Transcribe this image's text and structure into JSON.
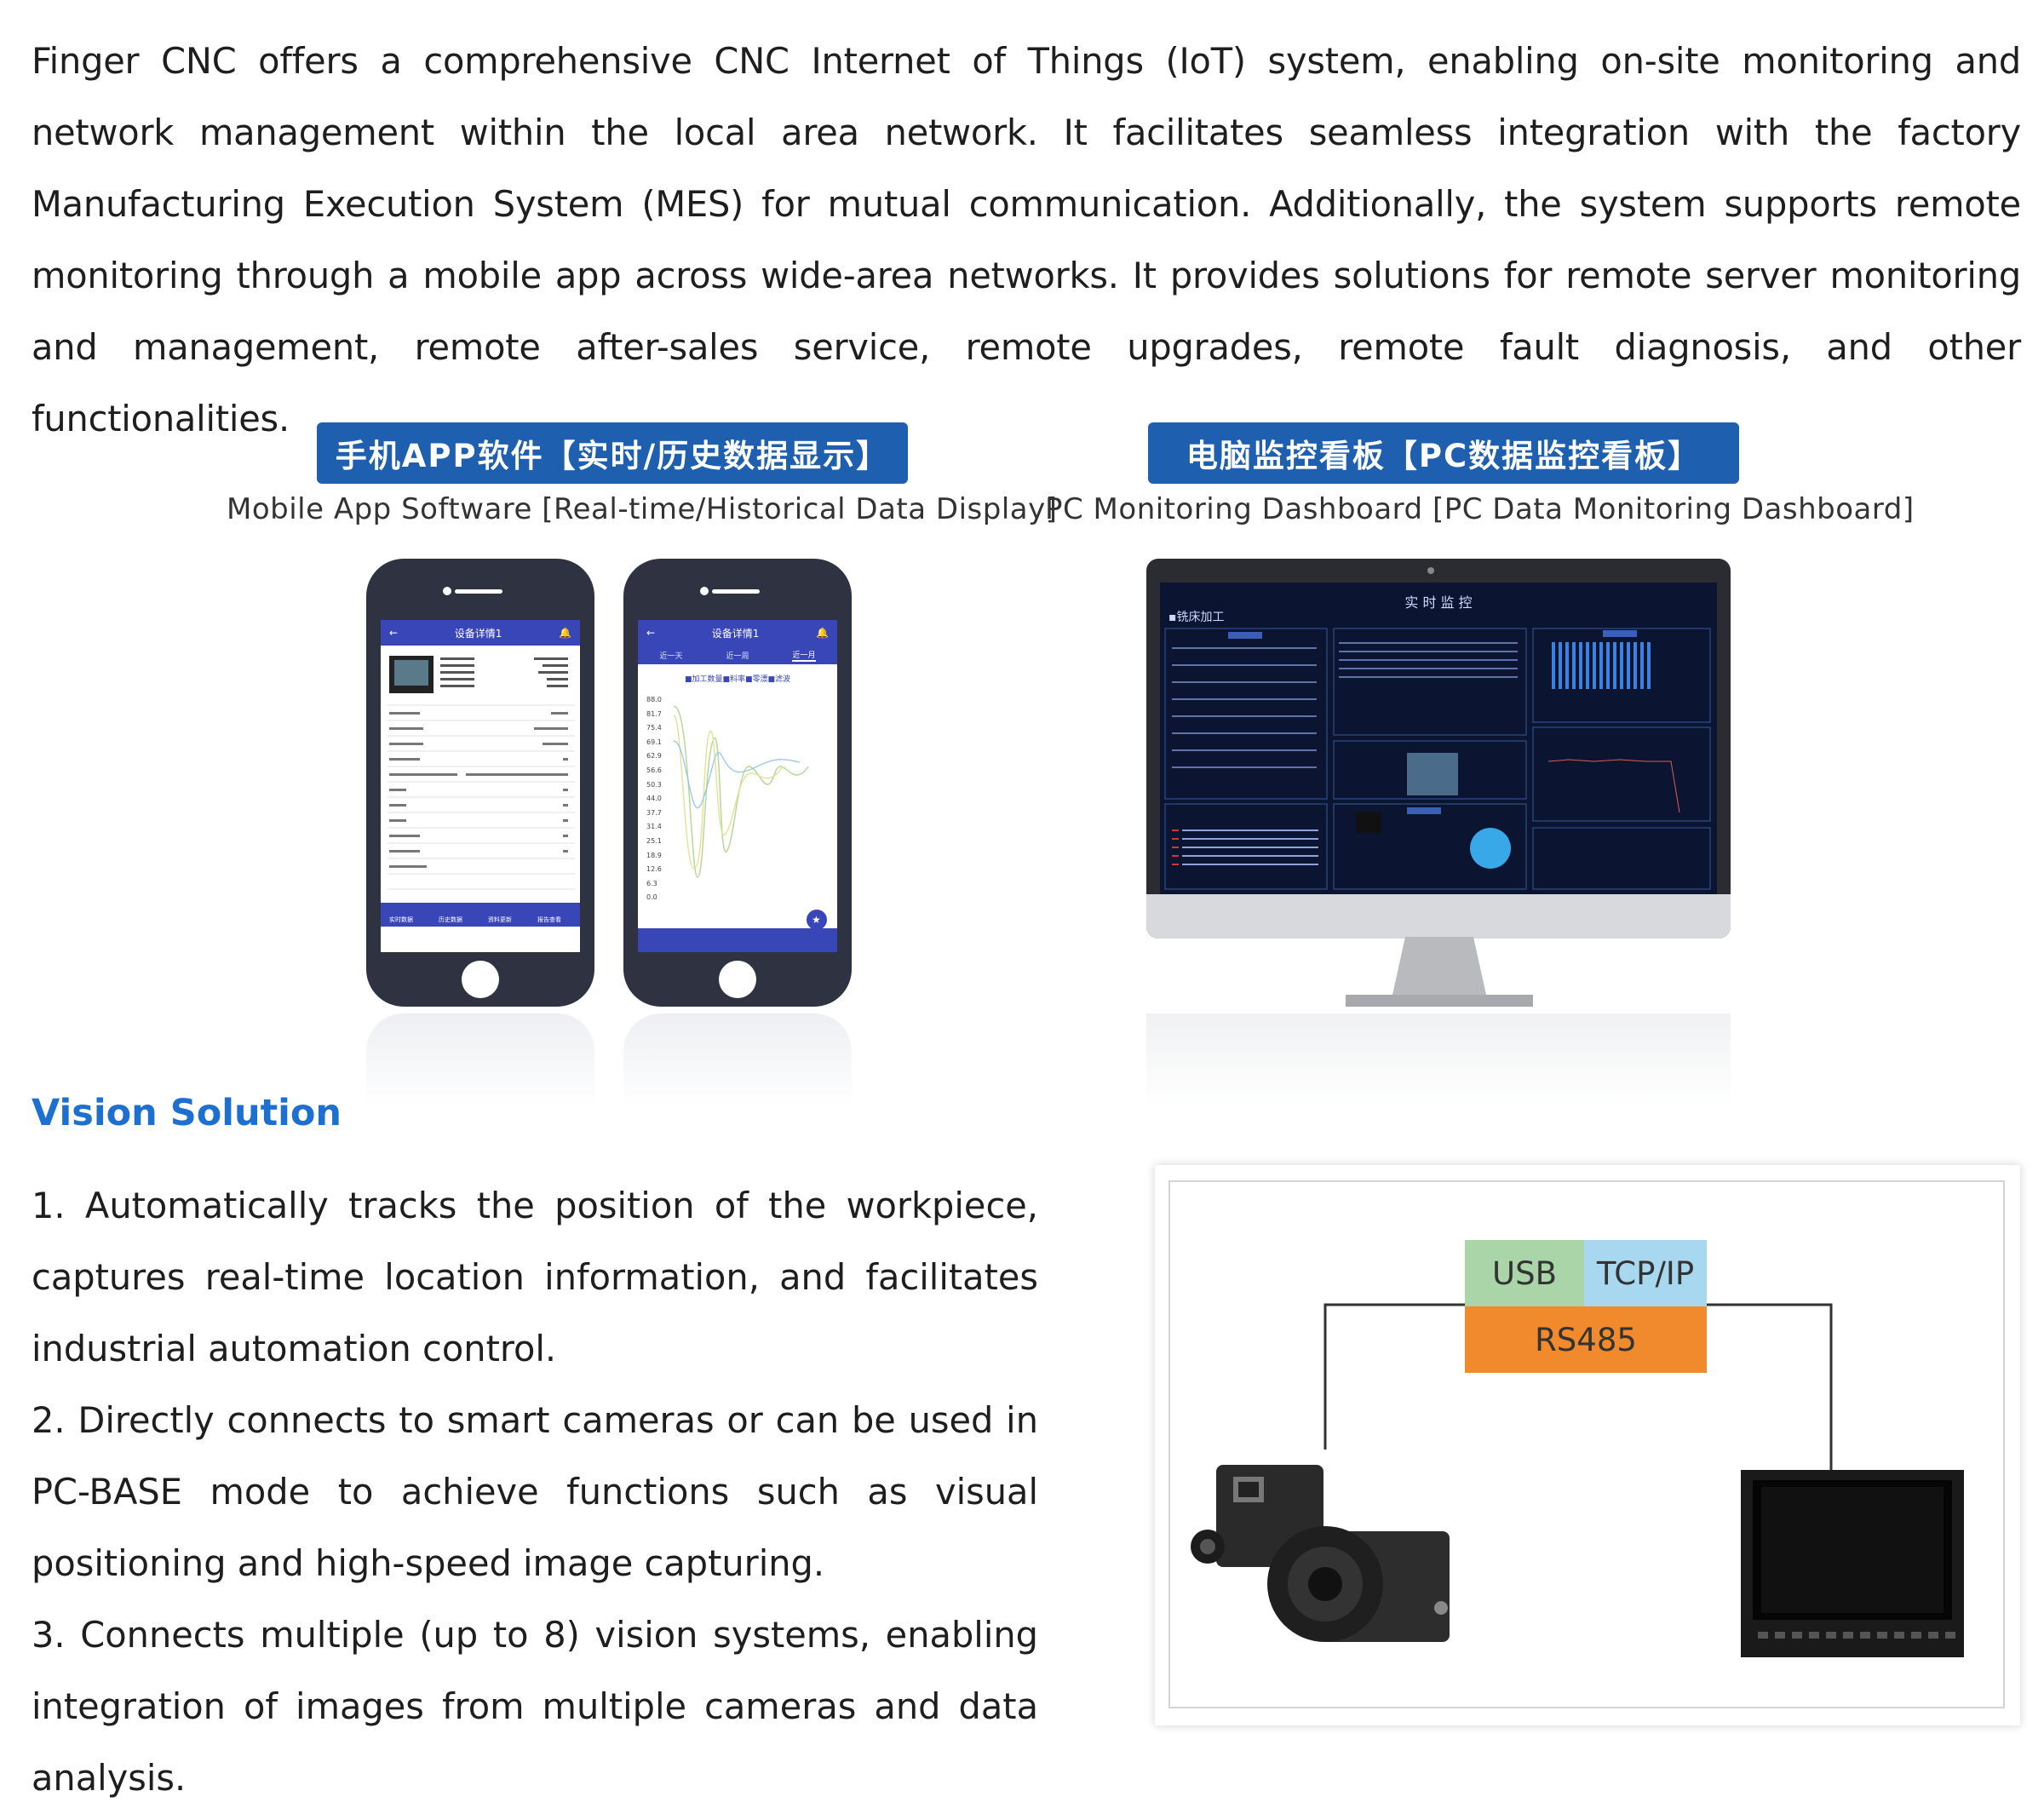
{
  "intro": {
    "text": "Finger CNC offers a comprehensive CNC Internet of Things (IoT) system, enabling on-site monitoring and network management within the local area network. It facilitates seamless integration with the factory Manufacturing Execution System (MES) for mutual communication. Additionally, the system supports remote monitoring through a mobile app across wide-area networks. It provides solutions for remote server monitoring and management, remote after-sales service, remote upgrades, remote fault diagnosis, and other functionalities."
  },
  "mobile": {
    "badge": "手机APP软件【实时/历史数据显示】",
    "caption": "Mobile App Software  [Real-time/Historical Data Display]",
    "phone1_title": "设备详情1",
    "phone2_title": "设备详情1",
    "phone2_tabs": [
      "近一天",
      "近一周",
      "近一月"
    ],
    "chart_legend": "■加工数量■料率■零漂■滤波",
    "chart_yticks": [
      "88.0",
      "81.7",
      "75.4",
      "69.1",
      "62.9",
      "56.6",
      "50.3",
      "44.0",
      "37.7",
      "31.4",
      "25.1",
      "18.9",
      "12.6",
      "6.3",
      "0.0"
    ],
    "nav_items": [
      "实时数据",
      "历史数据",
      "资料更新",
      "报告查看"
    ]
  },
  "pc": {
    "badge": "电脑监控看板【PC数据监控看板】",
    "caption": "PC Monitoring Dashboard [PC Data Monitoring Dashboard]",
    "dashboard_title": "实 时 监 控",
    "dashboard_subtitle": "▪铣床加工"
  },
  "vision": {
    "title": "Vision Solution",
    "items": [
      "1. Automatically tracks the position of the workpiece, captures real-time location information, and facilitates industrial automation control.",
      "2. Directly connects to smart cameras or can be used in PC-BASE mode to achieve functions such as visual positioning and high-speed image capturing.",
      "3. Connects multiple (up to 8) vision systems, enabling integration of images from multiple cameras and data analysis."
    ]
  },
  "diagram": {
    "usb": "USB",
    "tcpip": "TCP/IP",
    "rs485": "RS485",
    "colors": {
      "usb": "#a9d5a9",
      "tcpip": "#a8d8f0",
      "rs485": "#f08a2c"
    }
  }
}
